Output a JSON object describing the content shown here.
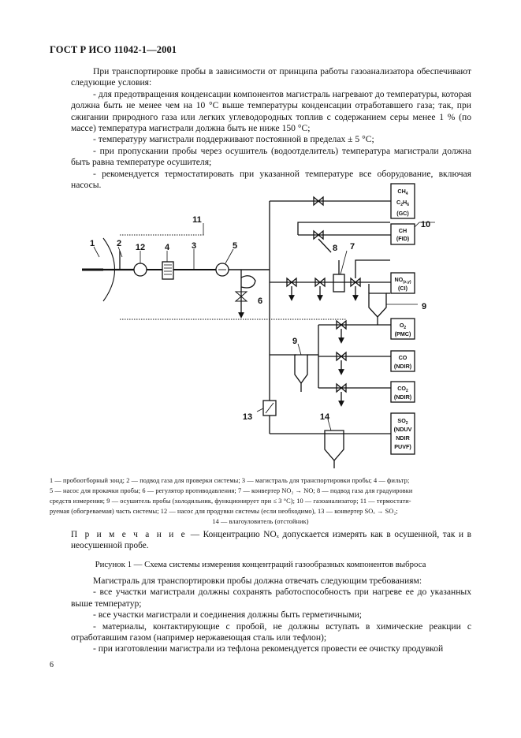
{
  "header": {
    "title": "ГОСТ Р ИСО 11042-1—2001"
  },
  "intro": {
    "lead": "При транспортировке пробы в зависимости от принципа работы газоанализатора обеспечивают следующие условия:",
    "item1": "- для предотвращения конденсации компонентов магистраль нагревают до температуры, которая должна быть не менее чем на 10 °С выше температуры конденсации отработавшего газа; так, при сжигании природного газа или легких углеводородных топлив с содержанием серы менее 1 % (по массе) температура магистрали должна быть не ниже 150 °С;",
    "item2": "- температуру магистрали поддерживают постоянной в пределах ± 5 °С;",
    "item3": "- при пропускании пробы через осушитель (водоотделитель) температура магистрали должна быть равна температуре осушителя;",
    "item4": "- рекомендуется термостатировать при указанной температуре все оборудование, включая насосы."
  },
  "diagram": {
    "analyzers": {
      "ch4": {
        "l1": "CH",
        "l1sub": "4",
        "l2a": "C",
        "l2sub1": "2",
        "l2b": "H",
        "l2sub2": "6",
        "l3": "(GC)"
      },
      "ch": {
        "l1": "CH",
        "l2": "(FID)"
      },
      "nox": {
        "l1": "NO",
        "l1sub": "(x,y)",
        "l2": "(CI)"
      },
      "o2": {
        "l1": "O",
        "l1sub": "2",
        "l2": "(PMC)"
      },
      "co": {
        "l1": "CO",
        "l2": "(NDIR)"
      },
      "co2": {
        "l1": "CO",
        "l1sub": "2",
        "l2": "(NDIR)"
      },
      "so2": {
        "l1": "SO",
        "l1sub": "2",
        "l2": "(NDUV",
        "l3": "NDIR",
        "l4": "PUVF)"
      }
    },
    "labels": {
      "n1": "1",
      "n2": "2",
      "n3": "3",
      "n4": "4",
      "n5": "5",
      "n6": "6",
      "n7": "7",
      "n8": "8",
      "n9a": "9",
      "n9b": "9",
      "n10": "10",
      "n11": "11",
      "n12": "12",
      "n13": "13",
      "n14": "14"
    }
  },
  "legend": {
    "line1": "1 — пробоотборный зонд; 2 — подвод газа для проверки системы; 3 — магистраль для транспортировки пробы; 4 — фильтр;",
    "line2": "5 — насос для прокачки пробы; 6 — регулятор противодавления; 7 — конвертер NO₂ → NO; 8 — подвод газа для градуировки",
    "line3": "средств измерения; 9 — осушитель пробы (холодильник, функционирует при ≤ 3 °С); 10 — газоанализатор; 11 — термостати-",
    "line4": "руемая (обогреваемая) часть системы; 12 — насос для продувки системы (если необходимо), 13 — конвертер SOₓ → SO₂;",
    "line5": "14 — влагоуловитель (отстойник)"
  },
  "note": {
    "label": "П р и м е ч а н и е",
    "text": " — Концентрацию NOₓ допускается измерять как в осушенной, так и в неосушенной пробе."
  },
  "caption": "Рисунок 1 — Схема системы измерения концентраций газообразных компонентов выброса",
  "requirements": {
    "lead": "Магистраль для транспортировки пробы должна отвечать следующим требованиям:",
    "item1": "- все участки магистрали должны сохранять работоспособность при нагреве ее до указанных выше температур;",
    "item2": "- все участки магистрали и соединения должны быть герметичными;",
    "item3": "- материалы, контактирующие с пробой, не должны вступать в химические реакции с отработавшим газом (например нержавеющая сталь или тефлон);",
    "item4": "- при изготовлении магистрали из тефлона рекомендуется провести ее очистку продувкой"
  },
  "page_number": "6"
}
